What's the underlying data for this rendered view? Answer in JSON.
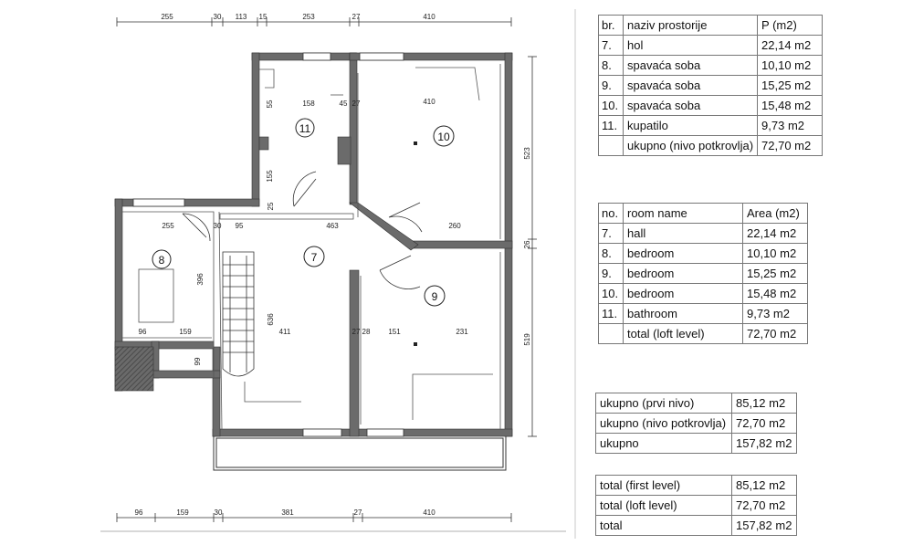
{
  "plan": {
    "dims_top": [
      "255",
      "30",
      "113",
      "15",
      "253",
      "27",
      "410"
    ],
    "dims_bottom": [
      "96",
      "159",
      "30",
      "381",
      "27",
      "410"
    ],
    "dims_right": [
      "523",
      "26",
      "519"
    ],
    "inner_dims": {
      "r11_w": "158",
      "r11_a": "45",
      "r11_b": "27",
      "r11_c": "55",
      "r11_d": "155",
      "r11_e": "25",
      "r10_w": "410",
      "r7_a": "255",
      "r7_b": "30",
      "r7_c": "95",
      "r7_w": "463",
      "r9_top": "260",
      "r8_h": "396",
      "r7_h": "636",
      "r7_d": "411",
      "r9_a": "27",
      "r9_b": "28",
      "r9_c": "151",
      "r9_d": "231",
      "r8_a": "96",
      "r8_b": "159",
      "r8_c": "99",
      "r9_h": "519"
    },
    "room_labels": [
      "7",
      "8",
      "9",
      "10",
      "11"
    ]
  },
  "table_local": {
    "header": [
      "br.",
      "naziv prostorije",
      "P (m2)"
    ],
    "rows": [
      [
        "7.",
        "hol",
        "22,14 m2"
      ],
      [
        "8.",
        "spavaća soba",
        "10,10 m2"
      ],
      [
        "9.",
        "spavaća soba",
        "15,25 m2"
      ],
      [
        "10.",
        "spavaća soba",
        "15,48 m2"
      ],
      [
        "11.",
        "kupatilo",
        "9,73 m2"
      ]
    ],
    "total": [
      "",
      "ukupno (nivo potkrovlja)",
      "72,70 m2"
    ]
  },
  "table_english": {
    "header": [
      "no.",
      "room name",
      "Area (m2)"
    ],
    "rows": [
      [
        "7.",
        "hall",
        "22,14 m2"
      ],
      [
        "8.",
        "bedroom",
        "10,10 m2"
      ],
      [
        "9.",
        "bedroom",
        "15,25 m2"
      ],
      [
        "10.",
        "bedroom",
        "15,48 m2"
      ],
      [
        "11.",
        "bathroom",
        "9,73 m2"
      ]
    ],
    "total": [
      "",
      "total (loft level)",
      "72,70 m2"
    ]
  },
  "summary_local": [
    [
      "ukupno (prvi nivo)",
      "85,12 m2"
    ],
    [
      "ukupno (nivo potkrovlja)",
      "72,70 m2"
    ],
    [
      "ukupno",
      "157,82 m2"
    ]
  ],
  "summary_english": [
    [
      "total (first level)",
      "85,12 m2"
    ],
    [
      "total (loft level)",
      "72,70 m2"
    ],
    [
      "total",
      "157,82 m2"
    ]
  ]
}
